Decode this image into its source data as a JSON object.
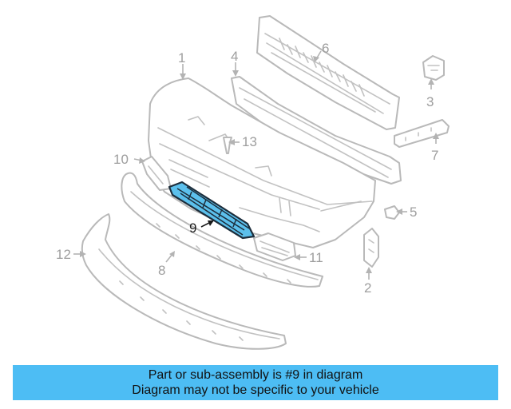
{
  "diagram": {
    "callouts": {
      "c1": "1",
      "c2": "2",
      "c3": "3",
      "c4": "4",
      "c5": "5",
      "c6": "6",
      "c7": "7",
      "c8": "8",
      "c9": "9",
      "c10": "10",
      "c11": "11",
      "c12": "12",
      "c13": "13"
    },
    "highlighted_part": "9",
    "colors": {
      "highlight_fill": "#5cc0ec",
      "highlight_stroke": "#1d2e3c",
      "banner": "#4dbdf4",
      "line_art": "#b9b9b9"
    }
  },
  "banner": {
    "line1": "Part or sub-assembly is #9 in diagram",
    "line2": "Diagram may not be specific to your vehicle"
  }
}
